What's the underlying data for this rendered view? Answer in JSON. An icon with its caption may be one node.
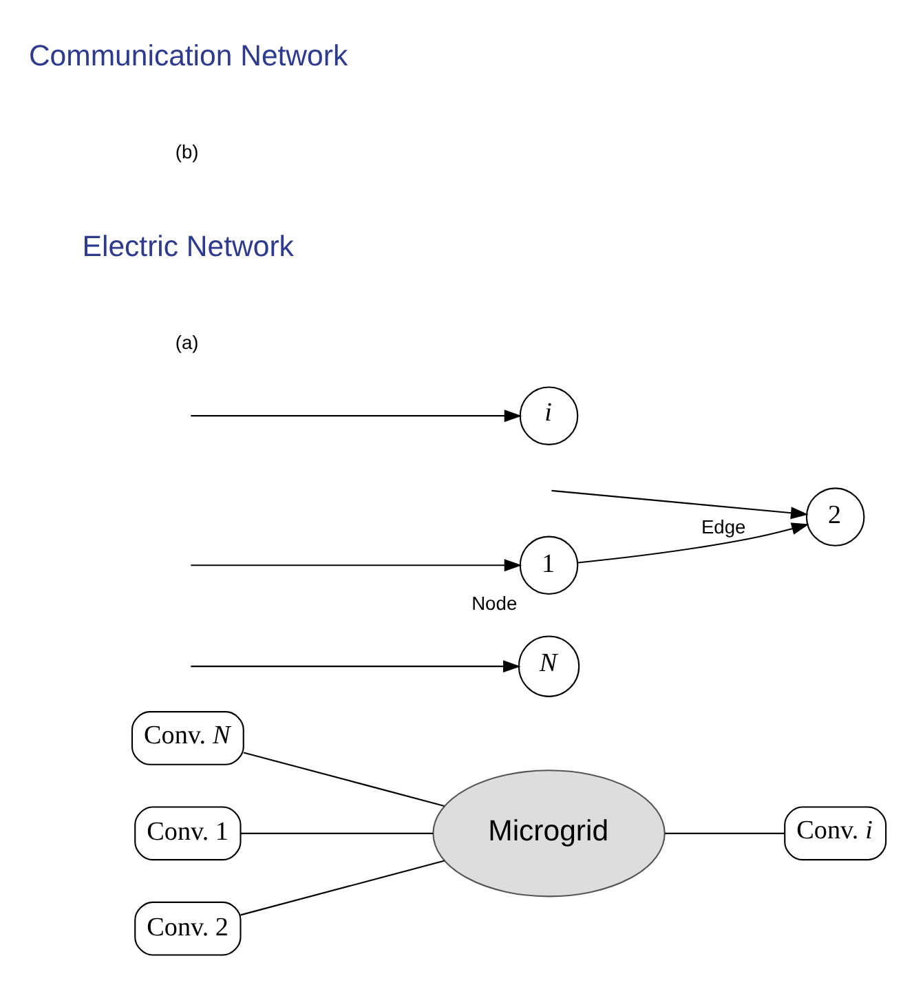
{
  "diagram": {
    "nodes": [
      {
        "text": [
          "Conv. *N*"
        ]
      },
      {
        "text": [
          "Conv. 1"
        ]
      },
      {
        "text": [
          "Conv. 2"
        ]
      },
      {
        "text": [
          "Microgrid"
        ]
      },
      {
        "text": [
          "Conv. *i*"
        ]
      },
      {
        "text": [
          "*N*"
        ]
      },
      {
        "text": [
          "1"
        ],
        "beside": [
          "Node"
        ]
      },
      {
        "text": [
          "2"
        ]
      },
      {
        "text": [
          "*i*"
        ]
      }
    ],
    "edges": [
      {
        "from": 0,
        "to": 3,
        "arrow": "none"
      },
      {
        "from": 1,
        "to": 3,
        "arrow": "none"
      },
      {
        "from": 2,
        "to": 3,
        "arrow": "none"
      },
      {
        "from": 3,
        "to": 4,
        "arrow": "none"
      },
      {
        "from": null,
        "to": 5,
        "arrow": "to"
      },
      {
        "from": null,
        "to": 6,
        "arrow": "to"
      },
      {
        "from": 6,
        "to": 7,
        "arrow": "to",
        "label": "Edge"
      },
      {
        "from": null,
        "to": 7,
        "arrow": "to"
      },
      {
        "from": null,
        "to": 8,
        "arrow": "to"
      }
    ],
    "labels": [
      "(a)",
      "Electric Network",
      "(b)",
      "Communication Network"
    ]
  }
}
